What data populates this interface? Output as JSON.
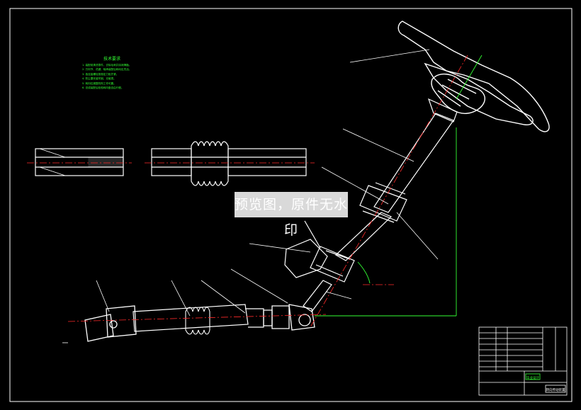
{
  "watermark": {
    "text": "预览图，原件无水印"
  },
  "colors": {
    "background": "#000000",
    "part_outline": "#ffffff",
    "centerline": "#ff2a2a",
    "notes_text": "#33ff33",
    "title_block": "#ffffff"
  },
  "icons": [
    "steering-wheel-icon",
    "universal-joint-icon",
    "bellows-icon"
  ],
  "technical_notes": {
    "title": "技术要求",
    "lines": [
      "1. 装配前清洗零件，去除毛刺并涂润滑脂。",
      "2. 万向节、花键、轴承装配后转动应灵活。",
      "3. 各连接螺栓按规定力矩拧紧。",
      "4. 防尘罩安装牢固，无破损。",
      "5. 转向柱调整机构工作可靠。",
      "6. 总成装配后检验转向盘自由行程。"
    ]
  },
  "title_block": {
    "drawing_name": "转向传动装置",
    "stamp": "毕业设计"
  }
}
